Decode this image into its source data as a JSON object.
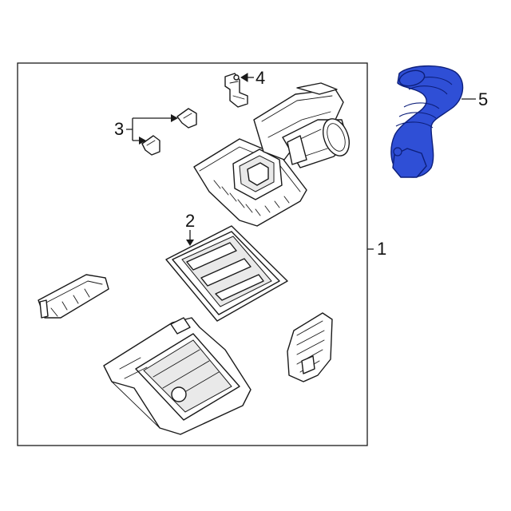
{
  "callouts": {
    "c1": "1",
    "c2": "2",
    "c3": "3",
    "c4": "4",
    "c5": "5"
  },
  "colors": {
    "line": "#1a1a1a",
    "highlight_fill": "#2f4fd6",
    "highlight_stroke": "#0d1f7a",
    "background": "#ffffff"
  }
}
